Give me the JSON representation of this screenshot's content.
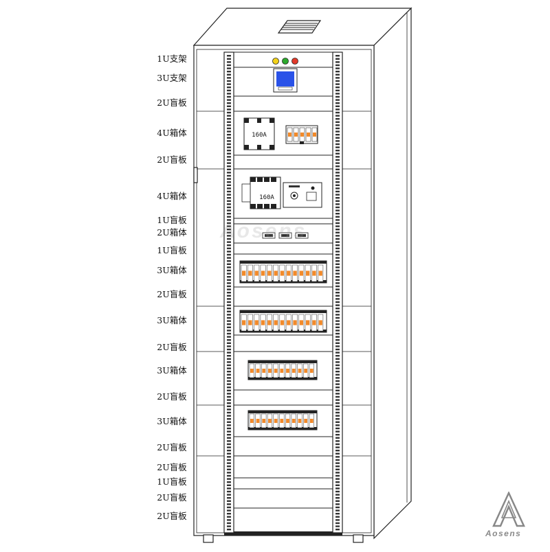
{
  "brand": {
    "name": "Aosens",
    "logo_mark": "AOSENS triangular A logo"
  },
  "ratings": {
    "switch_1": "160A",
    "switch_2": "160A"
  },
  "indicator_colors": {
    "yellow": "#f2d21a",
    "green": "#2eaa2e",
    "red": "#e23a2a"
  },
  "meter_screen_color": "#2a52e8",
  "breaker_color": "#f28a2a",
  "labels": [
    "1U支架",
    "3U支架",
    "2U盲板",
    "4U箱体",
    "2U盲板",
    "4U箱体",
    "1U盲板",
    "2U箱体",
    "1U盲板",
    "3U箱体",
    "2U盲板",
    "3U箱体",
    "2U盲板",
    "3U箱体",
    "2U盲板",
    "3U箱体",
    "2U盲板",
    "2U盲板",
    "1U盲板",
    "2U盲板",
    "2U盲板"
  ]
}
